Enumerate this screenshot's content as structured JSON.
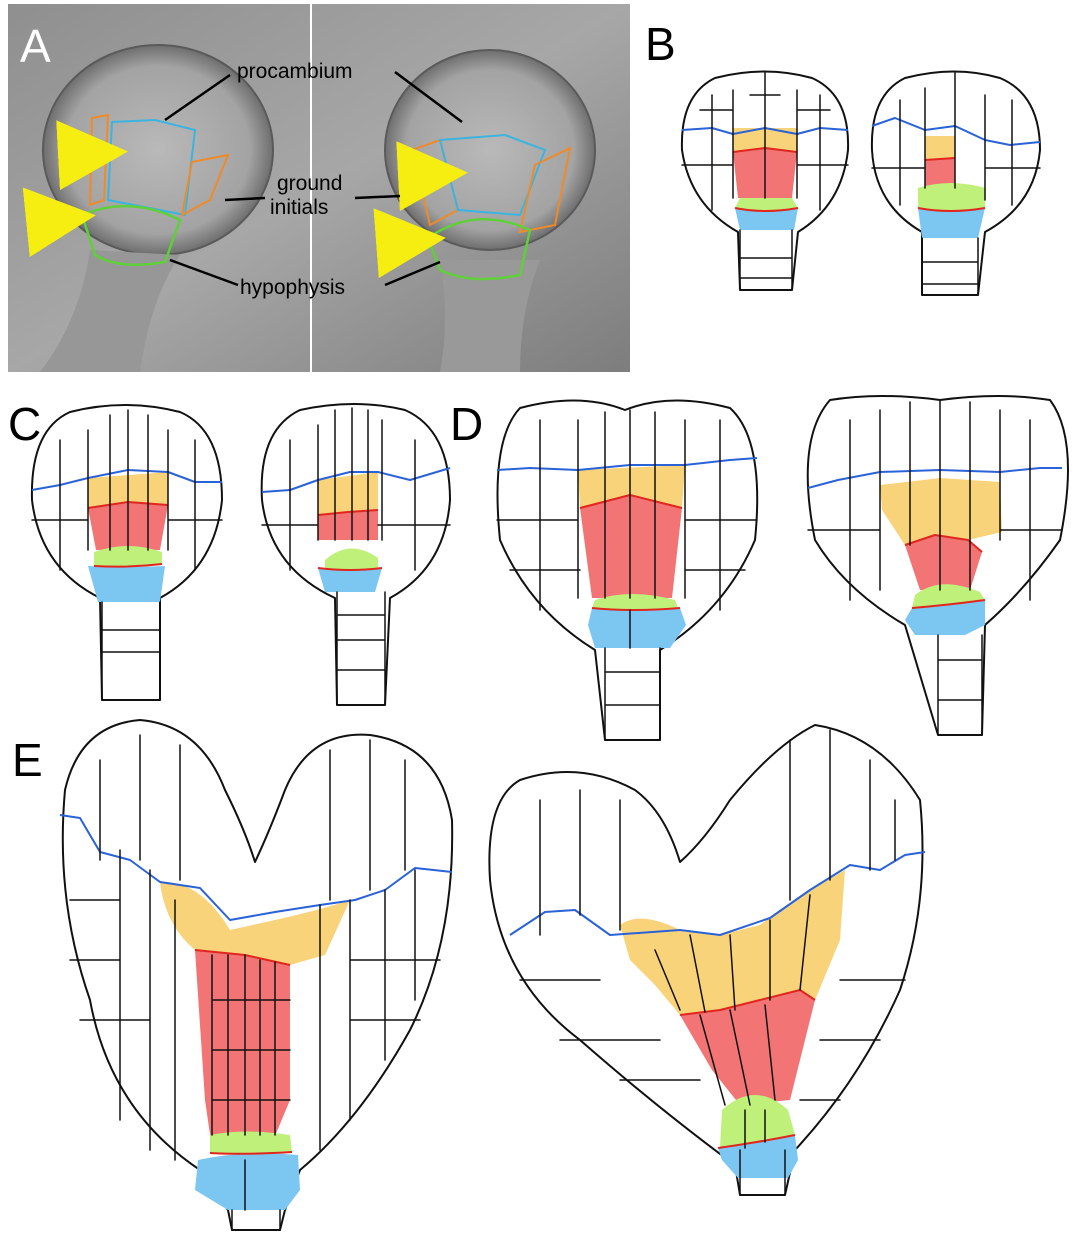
{
  "panels": {
    "A": {
      "letter": "A"
    },
    "B": {
      "letter": "B"
    },
    "C": {
      "letter": "C"
    },
    "D": {
      "letter": "D"
    },
    "E": {
      "letter": "E"
    }
  },
  "annotations": {
    "procambium": "procambium",
    "ground_line1": "ground",
    "ground_line2": "initials",
    "hypophysis": "hypophysis"
  },
  "colors": {
    "procambium_upper": "#f8d37a",
    "procambium_lower": "#f27474",
    "hypophysis_upper": "#bff07a",
    "hypophysis_lower": "#7cc6f2",
    "cell_fill": "#fafbfd",
    "outline_orange": "#ef8a2a",
    "outline_cyan": "#3cb4e0",
    "outline_green": "#5fcf3a",
    "arrow_yellow": "#f5ee10",
    "layer_boundary_blue": "#2a62d8",
    "layer_boundary_red": "#e0261f"
  }
}
